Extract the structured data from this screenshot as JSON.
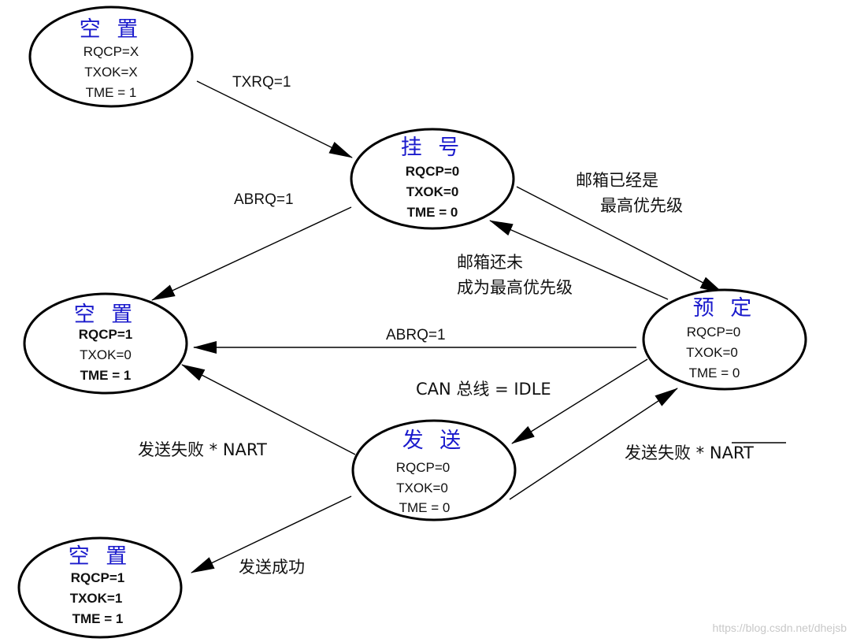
{
  "states": {
    "idle_top": {
      "title": "空 置",
      "rqcp": "RQCP=X",
      "txok": "TXOK=X",
      "tme": "TME = 1"
    },
    "pending": {
      "title": "挂 号",
      "rqcp": "RQCP=0",
      "txok": "TXOK=0",
      "tme": "TME = 0"
    },
    "idle_mid": {
      "title": "空 置",
      "rqcp": "RQCP=1",
      "txok": "TXOK=0",
      "tme": "TME = 1"
    },
    "scheduled": {
      "title": "预 定",
      "rqcp": "RQCP=0",
      "txok": "TXOK=0",
      "tme": "TME = 0"
    },
    "transmit": {
      "title": "发 送",
      "rqcp": "RQCP=0",
      "txok": "TXOK=0",
      "tme": "TME = 0"
    },
    "idle_bottom": {
      "title": "空 置",
      "rqcp": "RQCP=1",
      "txok": "TXOK=1",
      "tme": "TME = 1"
    }
  },
  "transitions": {
    "txrq": "TXRQ=1",
    "abrq_pending": "ABRQ=1",
    "abrq_scheduled": "ABRQ=1",
    "highest_line1": "邮箱已经是",
    "highest_line2": "最高优先级",
    "not_highest_line1": "邮箱还未",
    "not_highest_line2": "成为最高优先级",
    "bus_idle": "CAN 总线 = IDLE",
    "fail_nart": "发送失败 * NART",
    "fail_not_nart_prefix": "发送失败 * ",
    "fail_not_nart_signal": "NART",
    "success": "发送成功"
  },
  "watermark": "https://blog.csdn.net/dhejsb",
  "colors": {
    "title": "#1a1acc",
    "line": "#000000"
  }
}
